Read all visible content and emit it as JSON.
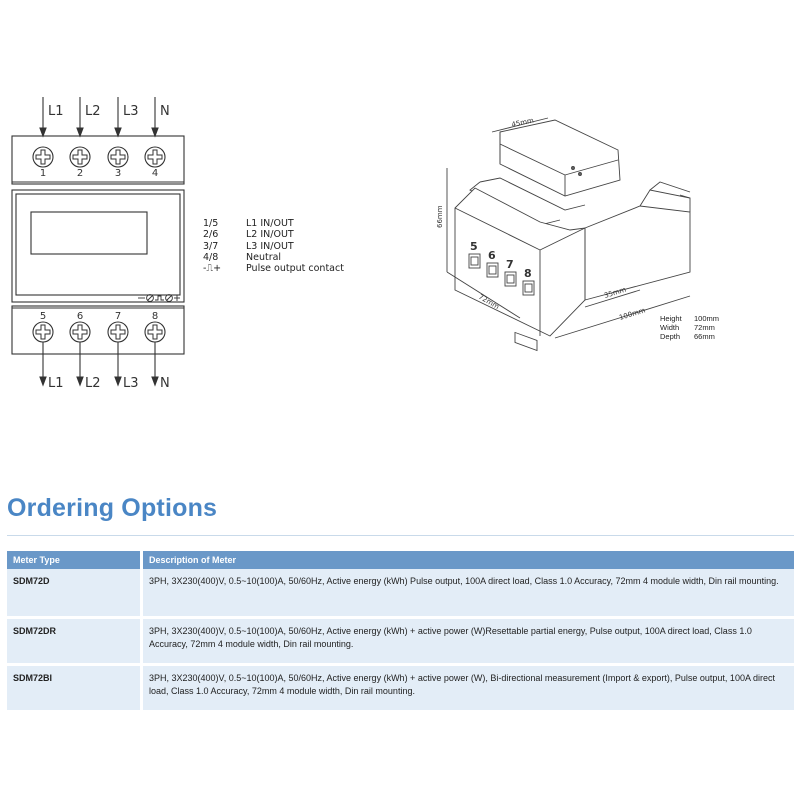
{
  "wiring": {
    "top_labels": [
      "L1",
      "L2",
      "L3",
      "N"
    ],
    "top_terminals": [
      "1",
      "2",
      "3",
      "4"
    ],
    "bottom_terminals": [
      "5",
      "6",
      "7",
      "8"
    ],
    "bottom_labels": [
      "L1",
      "L2",
      "L3",
      "N"
    ]
  },
  "legend": [
    {
      "code": "1/5",
      "desc": "L1  IN/OUT"
    },
    {
      "code": "2/6",
      "desc": "L2  IN/OUT"
    },
    {
      "code": "3/7",
      "desc": "L3  IN/OUT"
    },
    {
      "code": "4/8",
      "desc": "Neutral"
    },
    {
      "code": "-⎍+",
      "desc": "Pulse output contact"
    }
  ],
  "drawing": {
    "dim_top": "45mm",
    "dim_height": "66mm",
    "dim_depth": "72mm",
    "dim_width": "100mm",
    "dim_inner": "35mm",
    "terminals": [
      "5",
      "6",
      "7",
      "8"
    ]
  },
  "dimensions": [
    {
      "label": "Height",
      "value": "100mm"
    },
    {
      "label": "Width",
      "value": "72mm"
    },
    {
      "label": "Depth",
      "value": "66mm"
    }
  ],
  "ordering": {
    "title": "Ordering Options",
    "headers": [
      "Meter Type",
      "Description of Meter"
    ],
    "rows": [
      {
        "type": "SDM72D",
        "desc": "3PH, 3X230(400)V, 0.5~10(100)A, 50/60Hz, Active energy (kWh) Pulse output, 100A direct load, Class 1.0 Accuracy, 72mm 4 module width, Din rail mounting."
      },
      {
        "type": "SDM72DR",
        "desc": "3PH, 3X230(400)V, 0.5~10(100)A, 50/60Hz, Active energy (kWh) + active power (W)Resettable partial energy, Pulse output, 100A direct load, Class 1.0 Accuracy, 72mm 4 module width, Din rail mounting."
      },
      {
        "type": "SDM72BI",
        "desc": "3PH, 3X230(400)V, 0.5~10(100)A, 50/60Hz,  Active energy (kWh) + active power (W), Bi-directional measurement (Import & export), Pulse output, 100A direct load, Class 1.0 Accuracy, 72mm 4 module width, Din rail mounting."
      }
    ]
  },
  "colors": {
    "accent": "#4a86c5",
    "header_bg": "#6a98c8",
    "row_bg": "#e3edf7"
  }
}
